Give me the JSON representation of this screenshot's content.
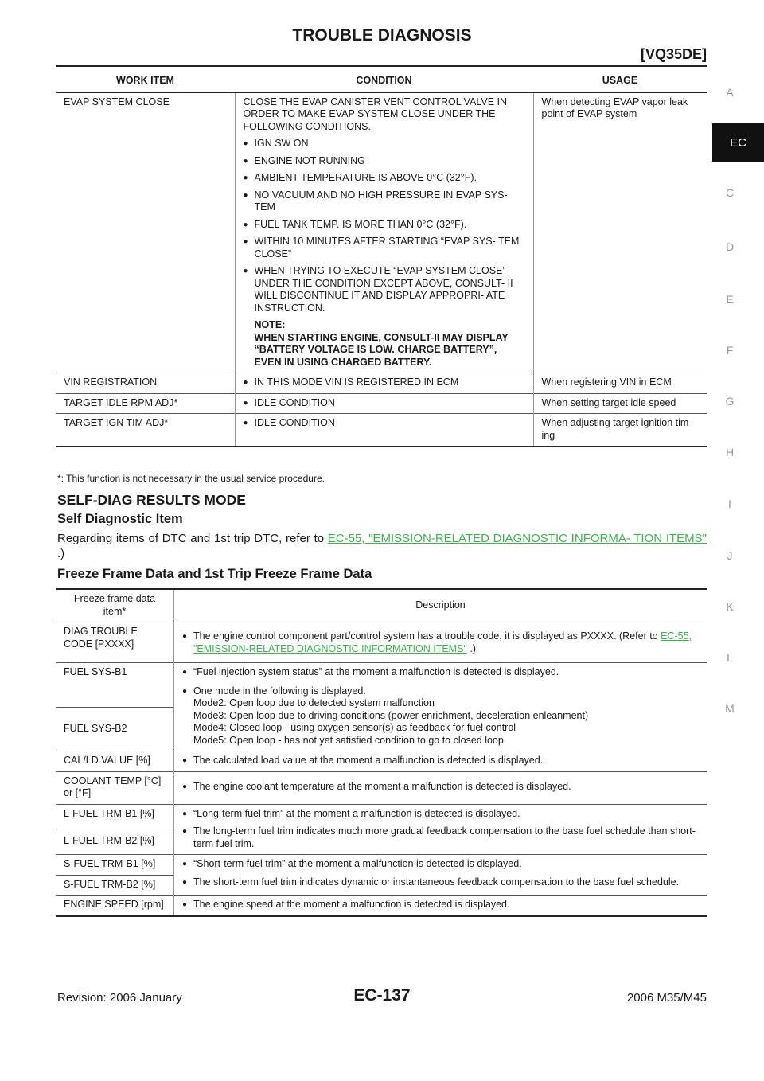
{
  "header": {
    "title": "TROUBLE DIAGNOSIS",
    "model_code": "[VQ35DE]"
  },
  "sidebar": {
    "letters": [
      "A",
      "C",
      "D",
      "E",
      "F",
      "G",
      "H",
      "I",
      "J",
      "K",
      "L",
      "M"
    ],
    "active": "EC"
  },
  "work_table": {
    "headers": [
      "WORK ITEM",
      "CONDITION",
      "USAGE"
    ],
    "evap": {
      "item": "EVAP SYSTEM CLOSE",
      "condition_intro": "CLOSE THE EVAP CANISTER VENT CONTROL VALVE IN ORDER TO MAKE EVAP SYSTEM CLOSE UNDER THE FOLLOWING CONDITIONS.",
      "bullets": [
        "IGN SW ON",
        "ENGINE NOT RUNNING",
        "AMBIENT TEMPERATURE IS ABOVE 0°C (32°F).",
        "NO VACUUM AND NO HIGH PRESSURE IN EVAP SYS- TEM",
        " FUEL TANK TEMP. IS MORE THAN 0°C (32°F).",
        "WITHIN 10 MINUTES AFTER STARTING “EVAP SYS- TEM CLOSE”",
        "WHEN TRYING TO EXECUTE “EVAP SYSTEM CLOSE” UNDER THE CONDITION EXCEPT ABOVE, CONSULT- II WILL DISCONTINUE IT AND DISPLAY APPROPRI- ATE INSTRUCTION."
      ],
      "note_label": "NOTE:",
      "note_text": "WHEN STARTING ENGINE, CONSULT-II MAY DISPLAY “BATTERY VOLTAGE IS LOW. CHARGE BATTERY”, EVEN IN USING CHARGED BATTERY.",
      "usage": "When detecting EVAP vapor leak point of EVAP system"
    },
    "vin": {
      "item": "VIN REGISTRATION",
      "condition": "IN THIS MODE VIN IS REGISTERED IN ECM",
      "usage": "When registering VIN in ECM"
    },
    "idle_rpm": {
      "item": "TARGET IDLE RPM ADJ*",
      "condition": "IDLE CONDITION",
      "usage": "When setting target idle speed"
    },
    "ign_tim": {
      "item": "TARGET IGN TIM ADJ*",
      "condition": "IDLE CONDITION",
      "usage": "When adjusting target ignition tim- ing"
    }
  },
  "footnote": "*: This function is not necessary in the usual service procedure.",
  "section_title": "SELF-DIAG RESULTS MODE",
  "subsection_1": "Self Diagnostic Item",
  "paragraph": {
    "prefix": "Regarding items of DTC and 1st trip DTC, refer to ",
    "link": "EC-55, \"EMISSION-RELATED DIAGNOSTIC INFORMA- TION ITEMS\"",
    "suffix": " .)"
  },
  "subsection_2": "Freeze Frame Data and 1st Trip Freeze Frame Data",
  "freeze_table": {
    "header_item": "Freeze frame data item*",
    "header_desc": "Description",
    "diag": {
      "item": "DIAG TROUBLE CODE [PXXXX]",
      "desc_prefix": "The engine control component part/control system has a trouble code, it is displayed as PXXXX. (Refer to ",
      "desc_link": "EC-55, \"EMISSION-RELATED DIAGNOSTIC INFORMATION ITEMS\"",
      "desc_suffix": " .)"
    },
    "fuel_sys": {
      "item1": "FUEL SYS-B1",
      "item2": "FUEL SYS-B2",
      "bullet1": "“Fuel injection system status” at the moment a malfunction is detected is displayed.",
      "bullet2": "One mode in the following is displayed.",
      "modes": [
        "Mode2: Open loop due to detected system malfunction",
        "Mode3: Open loop due to driving conditions (power enrichment, deceleration enleanment)",
        "Mode4: Closed loop - using oxygen sensor(s) as feedback for fuel control",
        "Mode5: Open loop - has not yet satisfied condition to go to closed loop"
      ]
    },
    "cal_ld": {
      "item": "CAL/LD VALUE [%]",
      "desc": "The calculated load value at the moment a malfunction is detected is displayed."
    },
    "coolant": {
      "item": "COOLANT TEMP [°C] or [°F]",
      "desc": "The engine coolant temperature at the moment a malfunction is detected is displayed."
    },
    "l_fuel": {
      "item1": "L-FUEL TRM-B1 [%]",
      "item2": "L-FUEL TRM-B2 [%]",
      "bullet1": "“Long-term fuel trim” at the moment a malfunction is detected is displayed.",
      "bullet2": "The long-term fuel trim indicates much more gradual feedback compensation to the base fuel schedule than short-term fuel trim."
    },
    "s_fuel": {
      "item1": "S-FUEL TRM-B1 [%]",
      "item2": "S-FUEL TRM-B2 [%]",
      "bullet1": "“Short-term fuel trim” at the moment a malfunction is detected is displayed.",
      "bullet2": "The short-term fuel trim indicates dynamic or instantaneous feedback compensation to the base fuel schedule."
    },
    "engine_speed": {
      "item": "ENGINE SPEED [rpm]",
      "desc": "The engine speed at the moment a malfunction is detected is displayed."
    }
  },
  "footer": {
    "revision": "Revision: 2006 January",
    "page": "EC-137",
    "model": "2006 M35/M45"
  }
}
